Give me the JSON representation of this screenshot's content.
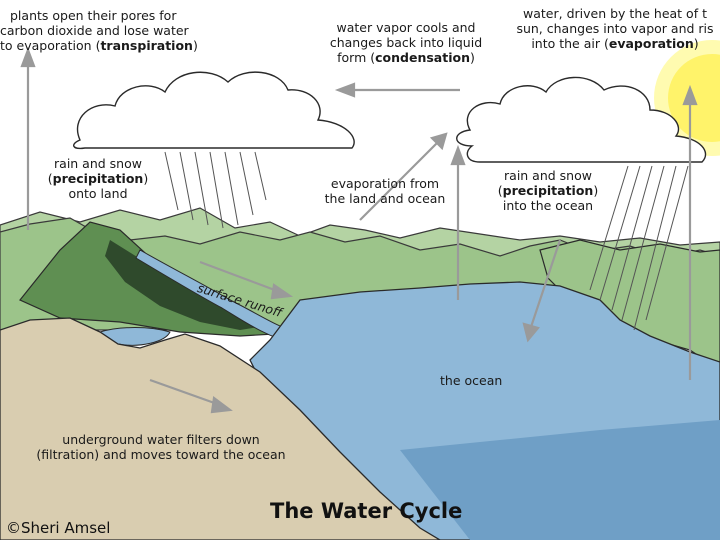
{
  "diagram": {
    "title": "The Water Cycle",
    "credit": "©Sheri Amsel",
    "labels": {
      "transpiration": {
        "line1": "plants open their pores for",
        "line2": "carbon dioxide and lose water",
        "line3": "to evaporation (",
        "term": "transpiration",
        "close": ")"
      },
      "condensation": {
        "line1": "water vapor cools and",
        "line2": "changes back into liquid",
        "line3": "form (",
        "term": "condensation",
        "close": ")"
      },
      "evaporation": {
        "line1": "water, driven by the heat of t",
        "line2": "sun, changes into vapor and ris",
        "line3": "into the air (",
        "term": "evaporation",
        "close": ")"
      },
      "precip_land": {
        "line1": "rain and snow",
        "line2_open": "(",
        "term": "precipitation",
        "line2_close": ")",
        "line3": "onto land"
      },
      "evap_land_ocean": {
        "line1": "evaporation from",
        "line2": "the land and ocean"
      },
      "precip_ocean": {
        "line1": "rain and snow",
        "line2_open": "(",
        "term": "precipitation",
        "line2_close": ")",
        "line3": "into the ocean"
      },
      "surface_runoff": "surface runoff",
      "ocean": "the ocean",
      "filtration": {
        "line1": "underground water filters down",
        "line2": "(filtration) and moves toward the ocean"
      }
    },
    "colors": {
      "sky": "#ffffff",
      "land_green": "#9cc48a",
      "land_dark": "#5f8f52",
      "forest": "#2f4a2c",
      "ocean": "#8fb8d8",
      "ocean_deep": "#6f9fc6",
      "ground": "#d9cdb0",
      "cloud": "#ffffff",
      "sun": "#fff36a",
      "arrow": "#9a9a9a"
    }
  }
}
